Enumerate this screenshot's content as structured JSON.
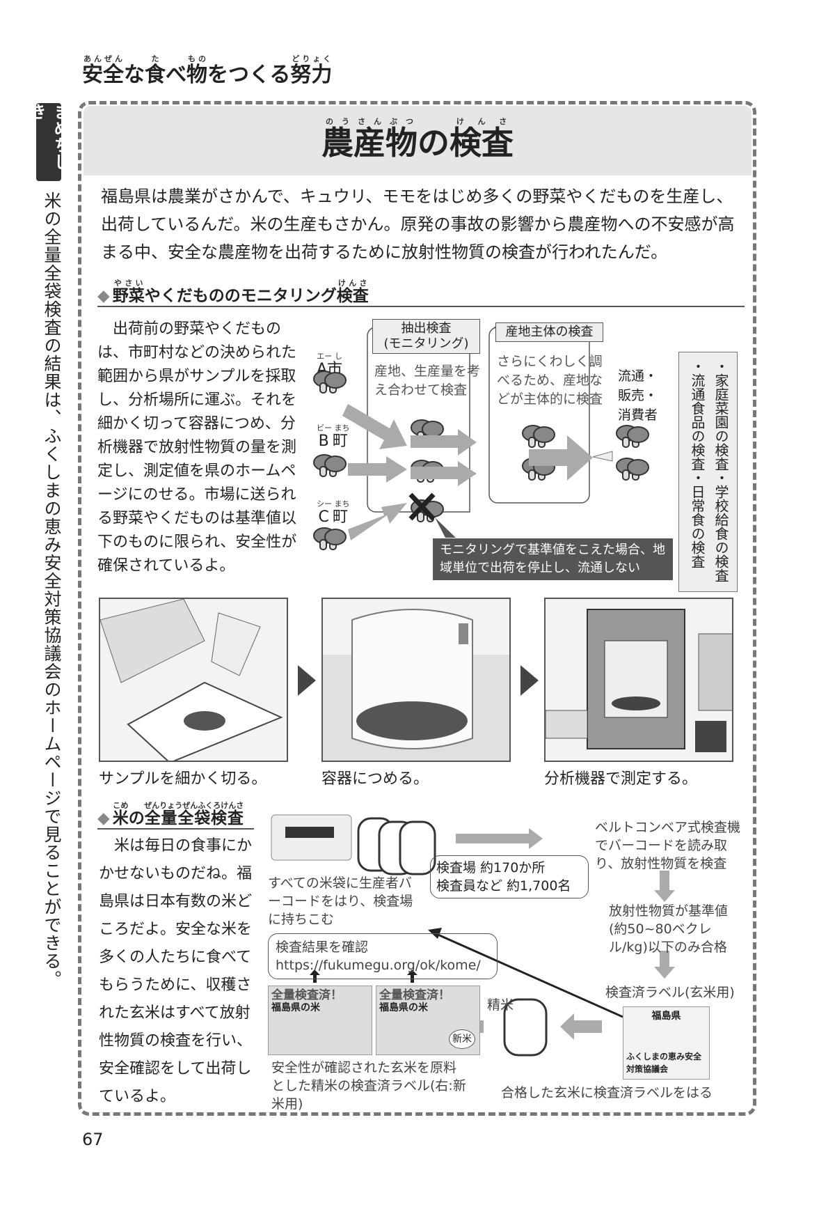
{
  "header": {
    "title": [
      {
        "t": "安全",
        "r": "あんぜん"
      },
      {
        "t": "な"
      },
      {
        "t": "食",
        "r": "た"
      },
      {
        "t": "べ"
      },
      {
        "t": "物",
        "r": "もの"
      },
      {
        "t": "をつくる"
      },
      {
        "t": "努力",
        "r": "どりょく"
      }
    ]
  },
  "sidebar": {
    "badge": "まめちしき",
    "text": "米の全量全袋検査の結果は、ふくしまの恵み安全対策協議会のホームページで見ることができる。"
  },
  "main": {
    "title": [
      {
        "t": "農産物",
        "r": "のうさんぶつ"
      },
      {
        "t": "の"
      },
      {
        "t": "検査",
        "r": "けんさ"
      }
    ],
    "intro": "福島県は農業がさかんで、キュウリ、モモをはじめ多くの野菜やくだものを生産し、出荷しているんだ。米の生産もさかん。原発の事故の影響から農産物への不安感が高まる中、安全な農産物を出荷するために放射性物質の検査が行われたんだ。",
    "section1": {
      "heading": [
        {
          "t": "野菜",
          "r": "やさい"
        },
        {
          "t": "やくだもののモニタリング"
        },
        {
          "t": "検査",
          "r": "けんさ"
        }
      ],
      "text": "　出荷前の野菜やくだものは、市町村などの決められた範囲から県がサンプルを採取し、分析場所に運ぶ。それを細かく切って容器につめ、分析機器で放射性物質の量を測定し、測定値を県のホームページにのせる。市場に送られる野菜やくだものは基準値以下のものに限られ、安全性が確保されているよ。",
      "towns": [
        {
          "t": "A市",
          "r": "エー し"
        },
        {
          "t": "B町",
          "r": "ビー まち"
        },
        {
          "t": "C町",
          "r": "シー まち"
        }
      ],
      "box1": {
        "label1": "抽出検査",
        "label2": "(モニタリング)",
        "desc": "産地、生産量を考え合わせて検査"
      },
      "box2": {
        "label": "産地主体の検査",
        "desc": "さらにくわしく調べるため、産地などが主体的に検査"
      },
      "consumer": "流通・販売・消費者",
      "note": "モニタリングで基準値をこえた場合、地域単位で出荷を停止し、流通しない",
      "other_tests": [
        "・家庭菜園の検査",
        "・流通食品の検査",
        "・学校給食の検査",
        "・日常食の検査"
      ],
      "photo_captions": [
        "サンプルを細かく切る。",
        "容器につめる。",
        "分析機器で測定する。"
      ]
    },
    "section2": {
      "heading": [
        {
          "t": "米",
          "r": "こめ"
        },
        {
          "t": "の"
        },
        {
          "t": "全量全袋検査",
          "r": "ぜんりょうぜんふくろけんさ"
        }
      ],
      "text": "　米は毎日の食事にかかせないものだね。福島県は日本有数の米どころだよ。安全な米を多くの人たちに食べてもらうために、収穫された玄米はすべて放射性物質の検査を行い、安全確認をして出荷しているよ。",
      "barcode_caption": "すべての米袋に生産者バーコードをはり、検査場に持ちこむ",
      "stats": [
        "検査場 約170か所",
        "検査員など 約1,700名"
      ],
      "step1": "ベルトコンベア式検査機でバーコードを読み取り、放射性物質を検査",
      "step2": "放射性物質が基準値(約50~80ベクレル/kg)以下のみ合格",
      "step3": "検査済ラベル(玄米用)",
      "result_box": [
        "検査結果を確認",
        "https://fukumegu.org/ok/kome/"
      ],
      "label_card_title": "全量検査済！",
      "label_card_sub": "福島県の米",
      "shinmai": "新米",
      "label_pref": "福島県",
      "label_org": "ふくしまの恵み安全対策協議会",
      "seimai": "精米",
      "label_caption": "安全性が確認された玄米を原料とした精米の検査済ラベル(右:新米用)",
      "bag_caption": "合格した玄米に検査済ラベルをはる"
    }
  },
  "page_number": "67"
}
